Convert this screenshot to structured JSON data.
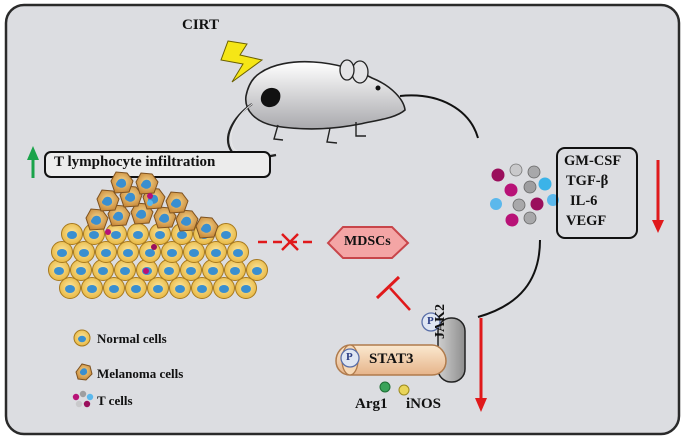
{
  "title_label": "CIRT",
  "infiltration": {
    "text": "T lymphocyte infiltration",
    "arrow_color": "#1aa34a",
    "direction": "up"
  },
  "cytokines": {
    "items": [
      "GM-CSF",
      "TGF-β",
      "IL-6",
      "VEGF"
    ],
    "arrow_color": "#e0191b",
    "direction": "down"
  },
  "mdsc": {
    "label": "MDSCs",
    "fill": "#f4a5a5",
    "stroke": "#c8454a"
  },
  "pathway": {
    "stat3": "STAT3",
    "jak2": "JAK2",
    "phospho": "P",
    "products": [
      "Arg1",
      "iNOS"
    ]
  },
  "legend": [
    {
      "icon": "normal-cell-icon",
      "label": "Normal cells"
    },
    {
      "icon": "melanoma-cell-icon",
      "label": "Melanoma cells"
    },
    {
      "icon": "t-cells-icon",
      "label": "T cells"
    }
  ],
  "colors": {
    "background": "#dcdde1",
    "inhibit": "#e0191b",
    "lightning": "#f5e616"
  }
}
